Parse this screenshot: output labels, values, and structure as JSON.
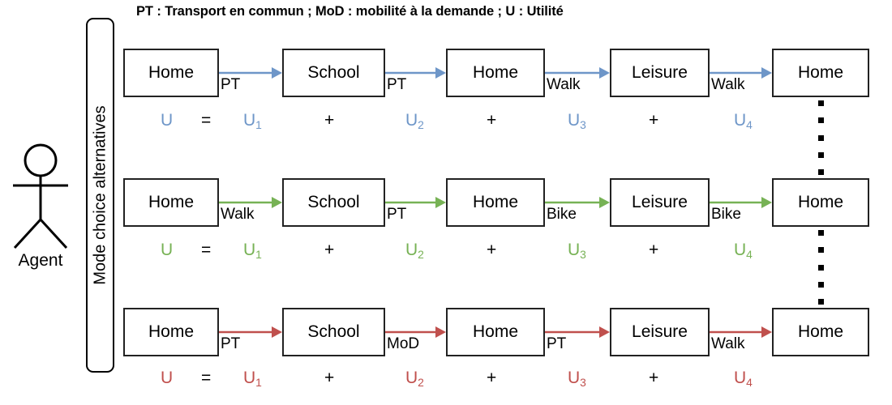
{
  "caption": "PT : Transport en commun ; MoD : mobilité à la demande ; U : Utilité",
  "agent": {
    "label": "Agent",
    "icon": "stick-figure-icon"
  },
  "mode_bar": {
    "label": "Mode choice alternatives"
  },
  "colors": {
    "blue": "#6E96C8",
    "green": "#77B255",
    "red": "#C0504D",
    "black": "#000000",
    "box_border": "#222222"
  },
  "rows": [
    {
      "id": "alternative-1",
      "color": "#6E96C8",
      "nodes": [
        "Home",
        "School",
        "Home",
        "Leisure",
        "Home"
      ],
      "modes": [
        "PT",
        "PT",
        "Walk",
        "Walk"
      ],
      "utility": {
        "lhs": "U",
        "equals": "=",
        "plus": "+",
        "terms": [
          "U",
          "U",
          "U",
          "U"
        ],
        "subs": [
          "1",
          "2",
          "3",
          "4"
        ]
      }
    },
    {
      "id": "alternative-2",
      "color": "#77B255",
      "nodes": [
        "Home",
        "School",
        "Home",
        "Leisure",
        "Home"
      ],
      "modes": [
        "Walk",
        "PT",
        "Bike",
        "Bike"
      ],
      "utility": {
        "lhs": "U",
        "equals": "=",
        "plus": "+",
        "terms": [
          "U",
          "U",
          "U",
          "U"
        ],
        "subs": [
          "1",
          "2",
          "3",
          "4"
        ]
      }
    },
    {
      "id": "alternative-3",
      "color": "#C0504D",
      "nodes": [
        "Home",
        "School",
        "Home",
        "Leisure",
        "Home"
      ],
      "modes": [
        "PT",
        "MoD",
        "PT",
        "Walk"
      ],
      "utility": {
        "lhs": "U",
        "equals": "=",
        "plus": "+",
        "terms": [
          "U",
          "U",
          "U",
          "U"
        ],
        "subs": [
          "1",
          "2",
          "3",
          "4"
        ]
      }
    }
  ],
  "vertical_ellipsis": {
    "count": 5,
    "glyph": "square-dot"
  }
}
